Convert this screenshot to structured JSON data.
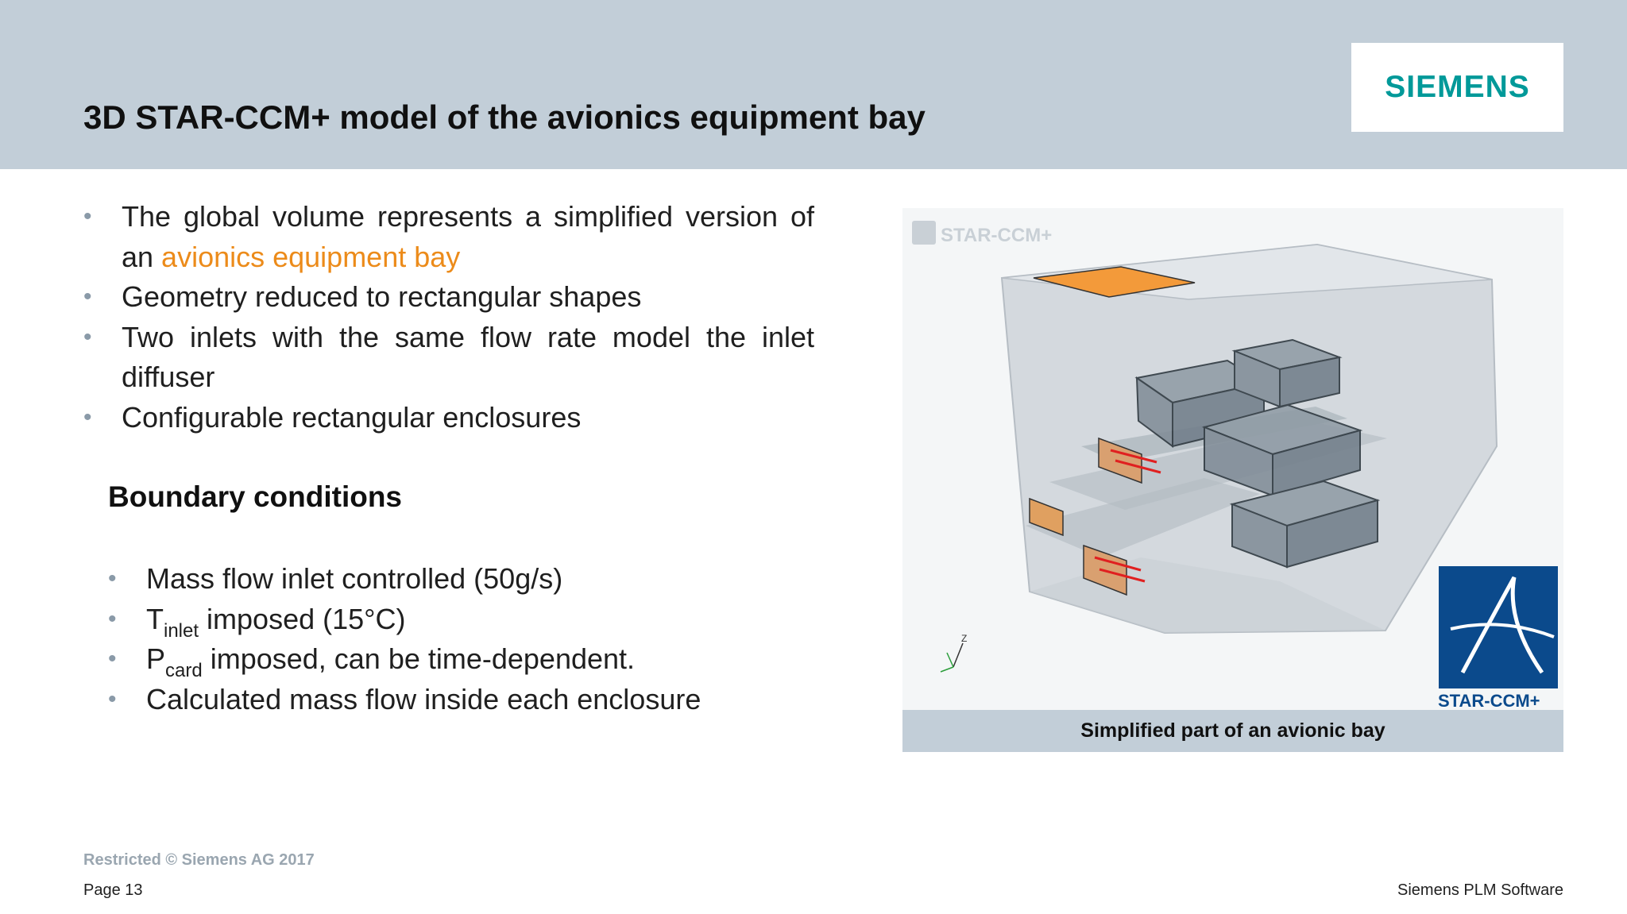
{
  "header": {
    "title": "3D STAR-CCM+ model of the avionics equipment bay",
    "logo": "SIEMENS"
  },
  "bullets": [
    {
      "text": "The global volume represents a simplified version of an ",
      "highlight": "avionics equipment bay"
    },
    {
      "text": "Geometry reduced to rectangular shapes"
    },
    {
      "text": "Two inlets with the same flow rate model the inlet diffuser"
    },
    {
      "text": "Configurable rectangular enclosures"
    }
  ],
  "boundary": {
    "heading": "Boundary conditions",
    "items": [
      {
        "text": "Mass flow inlet controlled (50g/s)"
      },
      {
        "main": "T",
        "sub": "inlet",
        "rest": " imposed (15°C)"
      },
      {
        "main": "P",
        "sub": "card",
        "rest": " imposed, can be time-dependent."
      },
      {
        "text": "Calculated mass flow inside each enclosure"
      }
    ]
  },
  "figure": {
    "watermark": "STAR-CCM+",
    "brand_label": "STAR-CCM+",
    "axis_label": "Z",
    "caption": "Simplified part of an avionic bay"
  },
  "footer": {
    "restricted": "Restricted © Siemens AG 2017",
    "page": "Page 13",
    "company": "Siemens PLM Software"
  },
  "colors": {
    "header_bg": "#c2ced8",
    "accent_orange": "#ec8b1a",
    "siemens_teal": "#009999",
    "star_blue": "#0b4a8c"
  }
}
